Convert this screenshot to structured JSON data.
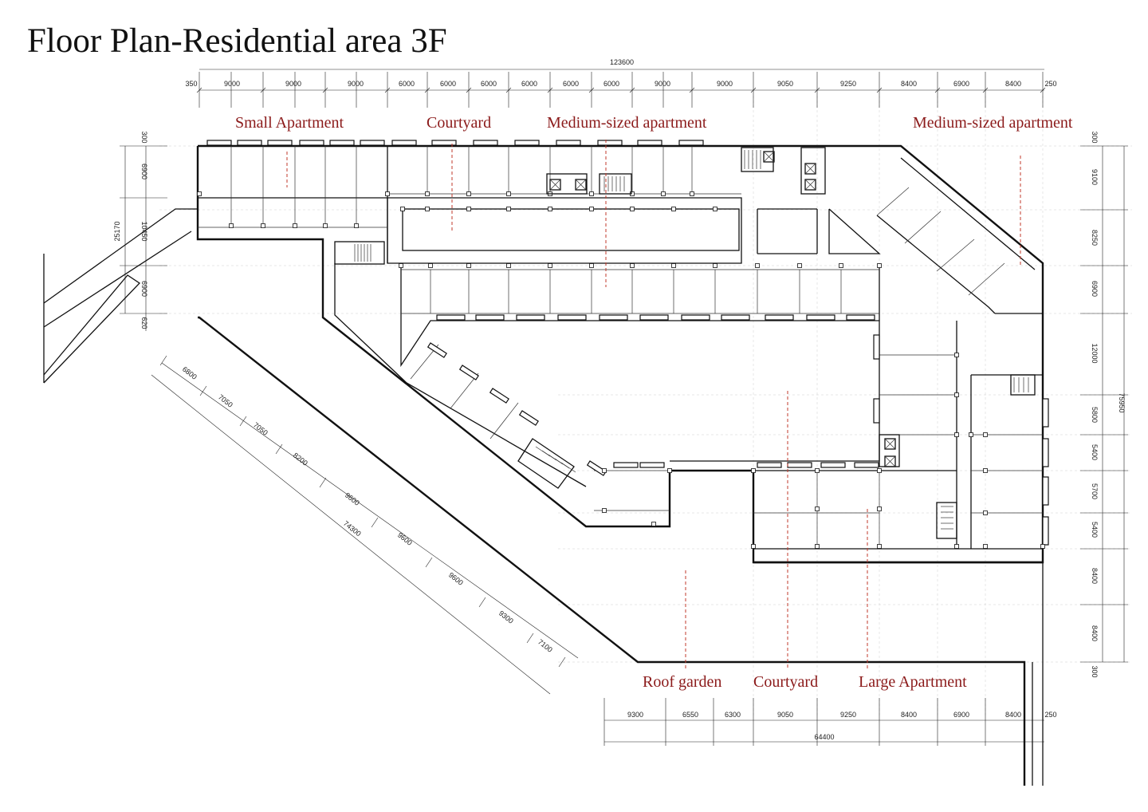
{
  "title": "Floor Plan-Residential area 3F",
  "labels": {
    "small_apartment": "Small Apartment",
    "courtyard_top": "Courtyard",
    "medium_apartment_1": "Medium-sized apartment",
    "medium_apartment_2": "Medium-sized apartment",
    "roof_garden": "Roof garden",
    "courtyard_bottom": "Courtyard",
    "large_apartment": "Large Apartment"
  },
  "dimensions": {
    "top_total": "123600",
    "top_segments": [
      "350",
      "9000",
      "9000",
      "9000",
      "6000",
      "6000",
      "6000",
      "6000",
      "6000",
      "6000",
      "9000",
      "9000",
      "9050",
      "9250",
      "8400",
      "6900",
      "8400",
      "250"
    ],
    "left_total": "25170",
    "left_segments": [
      "300",
      "6900",
      "10450",
      "6900",
      "620"
    ],
    "right_total": "75950",
    "right_segments": [
      "300",
      "9100",
      "8250",
      "6900",
      "12000",
      "5800",
      "5400",
      "5700",
      "5400",
      "8400",
      "8400",
      "300"
    ],
    "diagonal_total": "74300",
    "diagonal_segments": [
      "6800",
      "7050",
      "7050",
      "8200",
      "9600",
      "9600",
      "9600",
      "9300",
      "7100"
    ],
    "bottom_total": "64400",
    "bottom_segments": [
      "9300",
      "6550",
      "6300",
      "9050",
      "9250",
      "8400",
      "6900",
      "8400",
      "250"
    ]
  },
  "colors": {
    "label_red": "#8b1a1a",
    "line": "#111111"
  }
}
